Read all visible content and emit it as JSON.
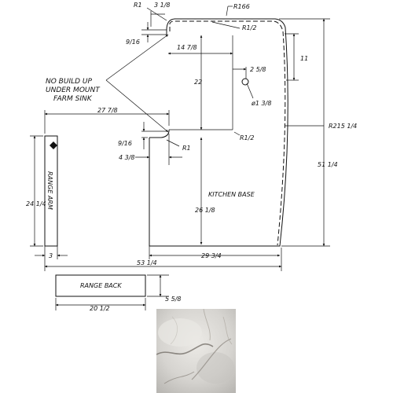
{
  "dimensions": {
    "r1_top": "R1",
    "d3_1_8": "3 1/8",
    "r166": "R166",
    "r1_2_top": "R1/2",
    "d9_16_top": "9/16",
    "d14_7_8": "14 7/8",
    "d11": "11",
    "d2_5_8": "2 5/8",
    "d22": "22",
    "dia1_3_8": "ø1 3/8",
    "d27_7_8": "27 7/8",
    "r215": "R215 1/4",
    "d9_16_mid": "9/16",
    "r1_mid": "R1",
    "r1_2_mid": "R1/2",
    "d4_3_8": "4 3/8",
    "d51_1_4": "51 1/4",
    "d24_1_4": "24 1/4",
    "d26_1_8": "26 1/8",
    "d3": "3",
    "d29_3_4": "29 3/4",
    "d53_1_4": "53 1/4",
    "d5_5_8": "5 5/8",
    "d20_1_2": "20 1/2"
  },
  "notes": {
    "line1": "NO BUILD UP",
    "line2": "UNDER MOUNT",
    "line3": "FARM SINK"
  },
  "pieces": {
    "range_arm": "RANGE ARM",
    "kitchen_base": "KITCHEN BASE",
    "range_back": "RANGE BACK"
  },
  "colors": {
    "line": "#111111",
    "marble_base": "#d9d8d5"
  }
}
